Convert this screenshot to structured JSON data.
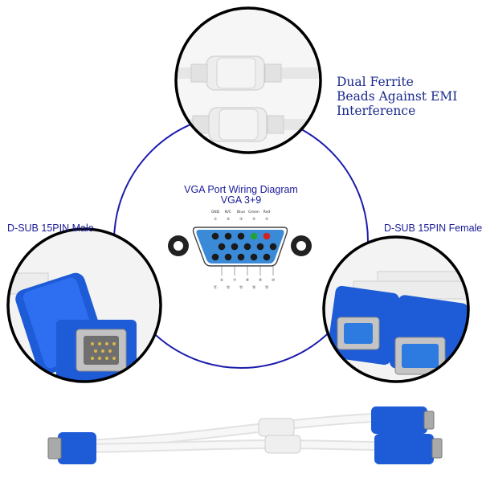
{
  "ferrite_caption": {
    "line1": "Dual Ferrite",
    "line2": "Beads Against EMI",
    "line3": "Interference"
  },
  "labels": {
    "male": "D-SUB 15PIN Male",
    "female": "D-SUB 15PIN Female"
  },
  "diagram": {
    "title": "VGA Port Wiring Diagram",
    "subtitle": "VGA 3+9",
    "top_pin_labels": [
      "GND",
      "N/C",
      "Blue",
      "Green",
      "Red"
    ],
    "bottom_labels_row1": [
      "①",
      "②",
      "③",
      "④",
      "⑤"
    ],
    "bottom_labels_row2": [
      "⑥",
      "⑦",
      "⑧",
      "⑨",
      "⑩"
    ],
    "bottom_labels_row3": [
      "⑪",
      "⑫",
      "⑬",
      "⑭",
      "⑮"
    ]
  },
  "colors": {
    "accent_blue": "#1a1a99",
    "connector_blue": "#1e5bd6",
    "pin_face": "#3a8ad8",
    "circle_line": "#1c1cad"
  }
}
